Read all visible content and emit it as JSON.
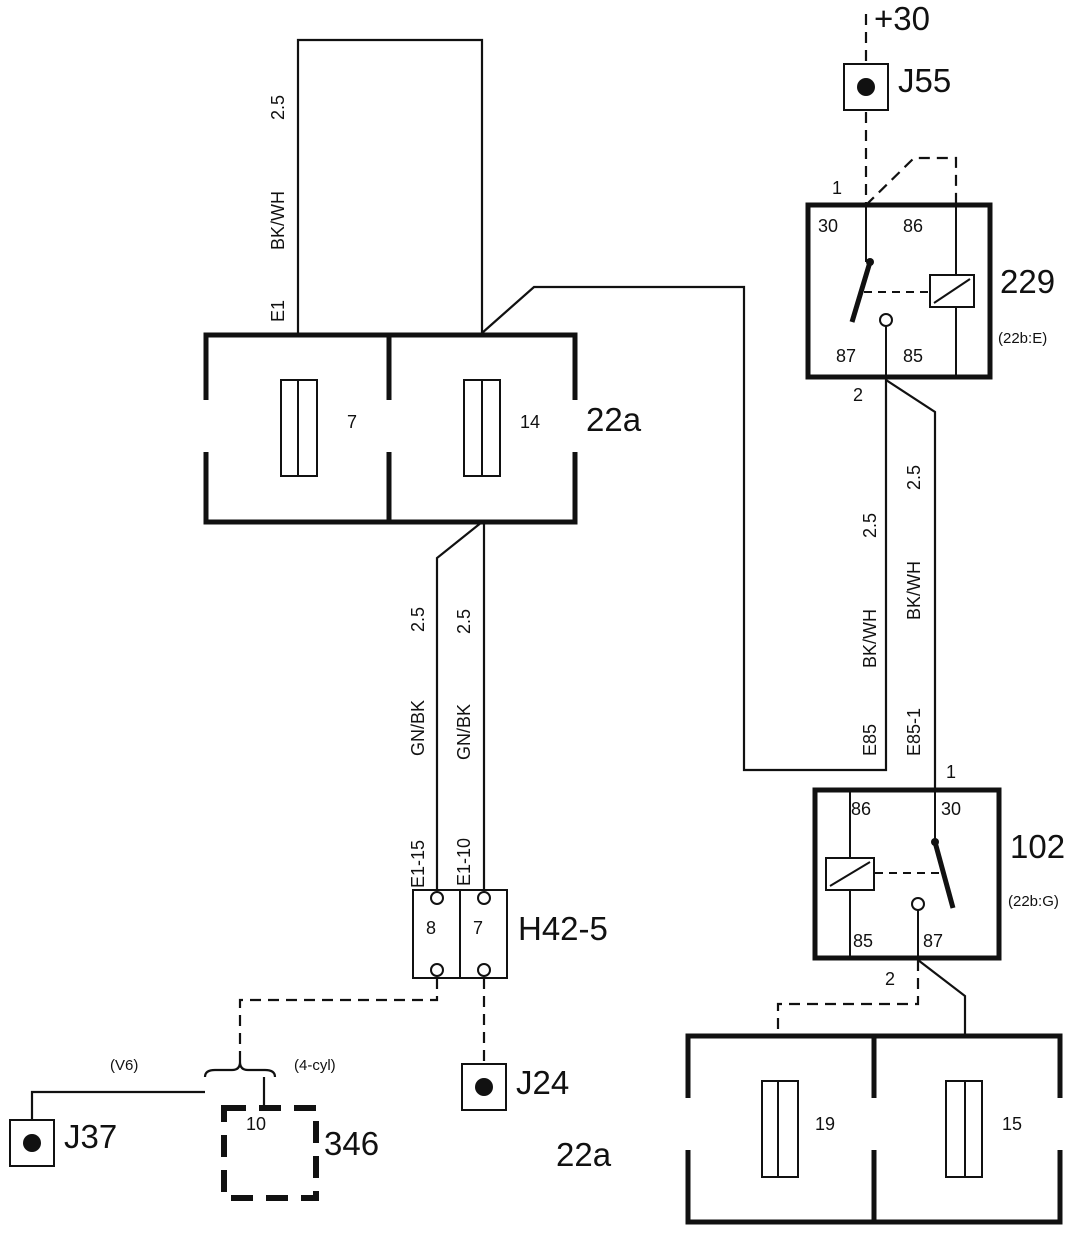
{
  "supply": {
    "label": "+30"
  },
  "splices": {
    "j55": "J55",
    "j24": "J24",
    "j37": "J37"
  },
  "fusebox_top": {
    "label": "22a",
    "fuse_a": "7",
    "fuse_b": "14"
  },
  "fusebox_bottom": {
    "label": "22a",
    "fuse_a": "19",
    "fuse_b": "15"
  },
  "relay_229": {
    "label": "229",
    "ref": "(22b:E)",
    "pin_30": "30",
    "pin_86": "86",
    "pin_87": "87",
    "pin_85": "85",
    "term_in": "1",
    "term_out": "2"
  },
  "relay_102": {
    "label": "102",
    "ref": "(22b:G)",
    "pin_86": "86",
    "pin_30": "30",
    "pin_85": "85",
    "pin_87": "87",
    "term_in": "1",
    "term_out": "2"
  },
  "connector_h42": {
    "label": "H42-5",
    "pin_left": "8",
    "pin_right": "7"
  },
  "component_346": {
    "label": "346",
    "pin": "10"
  },
  "wires": {
    "top_size": "2.5",
    "top_color": "BK/WH",
    "top_id": "E1",
    "left_size": "2.5",
    "left_color": "GN/BK",
    "left_id": "E1-15",
    "right_size": "2.5",
    "right_color": "GN/BK",
    "right_id": "E1-10",
    "e85_size": "2.5",
    "e85_color": "BK/WH",
    "e85_id": "E85",
    "e851_size": "2.5",
    "e851_color": "BK/WH",
    "e851_id": "E85-1"
  },
  "variants": {
    "v6": "(V6)",
    "four_cyl": "(4-cyl)"
  }
}
